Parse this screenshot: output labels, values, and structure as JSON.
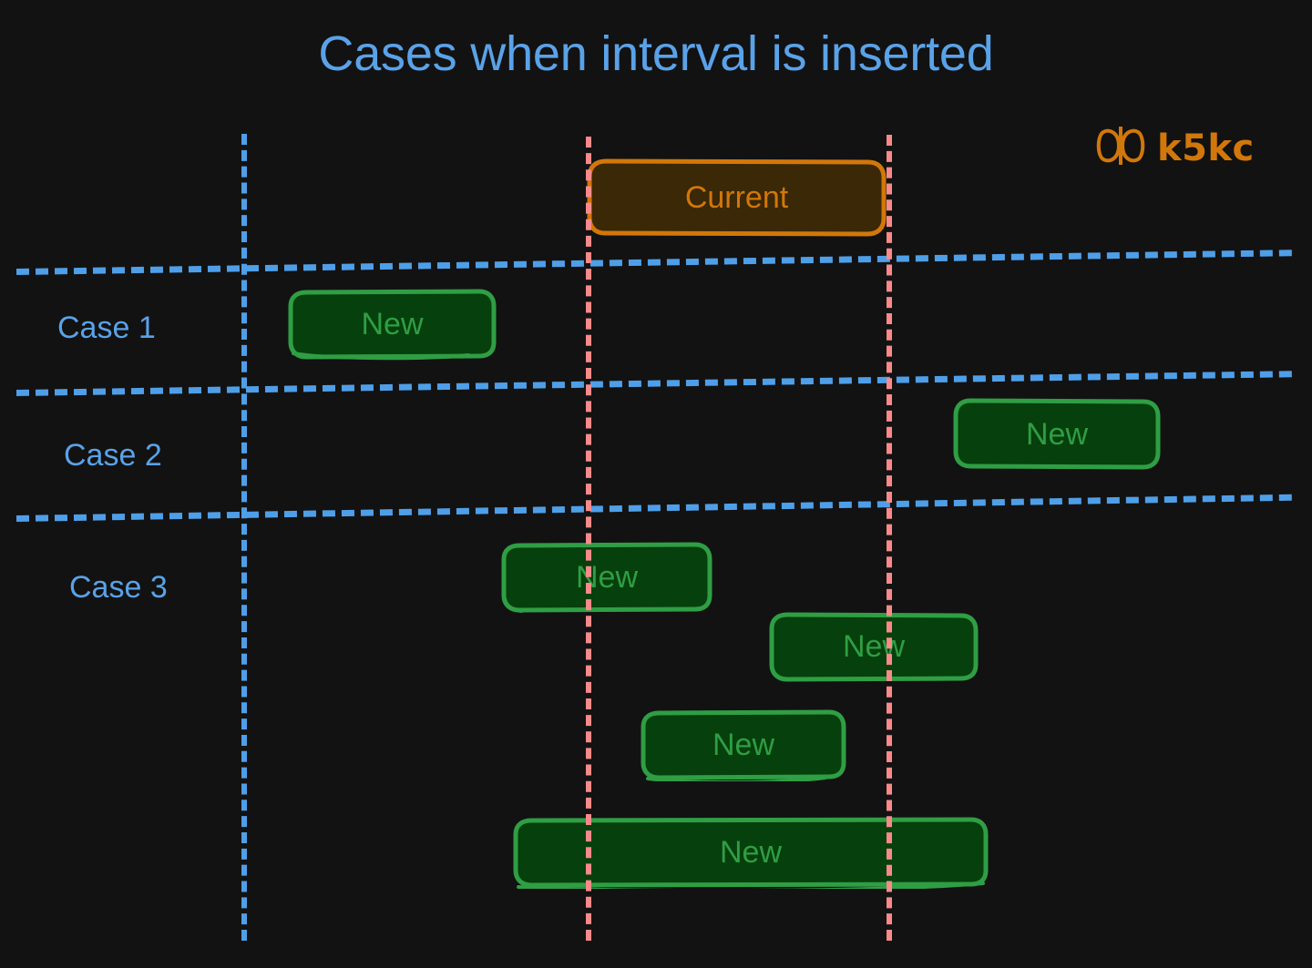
{
  "title": "Cases when interval is inserted",
  "colors": {
    "background": "#121212",
    "title": "#5aa2e8",
    "guide_blue": "#4f9fe8",
    "guide_red": "#f98a8a",
    "new_fill": "#06400c",
    "new_stroke": "#2f9e44",
    "new_text": "#2f9e44",
    "current_fill": "#3a2806",
    "current_stroke": "#d2770a",
    "current_text": "#d2770a",
    "logo": "#d2770a"
  },
  "logo": {
    "mark_name": "k5kc-butterfly-mark",
    "word": "k5kc"
  },
  "case_labels": [
    {
      "text": "Case 1"
    },
    {
      "text": "Case 2"
    },
    {
      "text": "Case 3"
    }
  ],
  "current_interval": {
    "label": "Current"
  },
  "new_intervals": [
    {
      "label": "New",
      "case": "Case 1",
      "relation": "entirely-before-current"
    },
    {
      "label": "New",
      "case": "Case 2",
      "relation": "entirely-after-current"
    },
    {
      "label": "New",
      "case": "Case 3",
      "relation": "overlaps-start-of-current"
    },
    {
      "label": "New",
      "case": "Case 3",
      "relation": "overlaps-end-of-current"
    },
    {
      "label": "New",
      "case": "Case 3",
      "relation": "contained-within-current"
    },
    {
      "label": "New",
      "case": "Case 3",
      "relation": "contains-current"
    }
  ],
  "guides": {
    "vertical": [
      {
        "name": "origin-line",
        "color": "blue"
      },
      {
        "name": "current-start-line",
        "color": "red"
      },
      {
        "name": "current-end-line",
        "color": "red"
      }
    ],
    "horizontal": [
      {
        "name": "divider-top"
      },
      {
        "name": "divider-case1-case2"
      },
      {
        "name": "divider-case2-case3"
      }
    ]
  }
}
